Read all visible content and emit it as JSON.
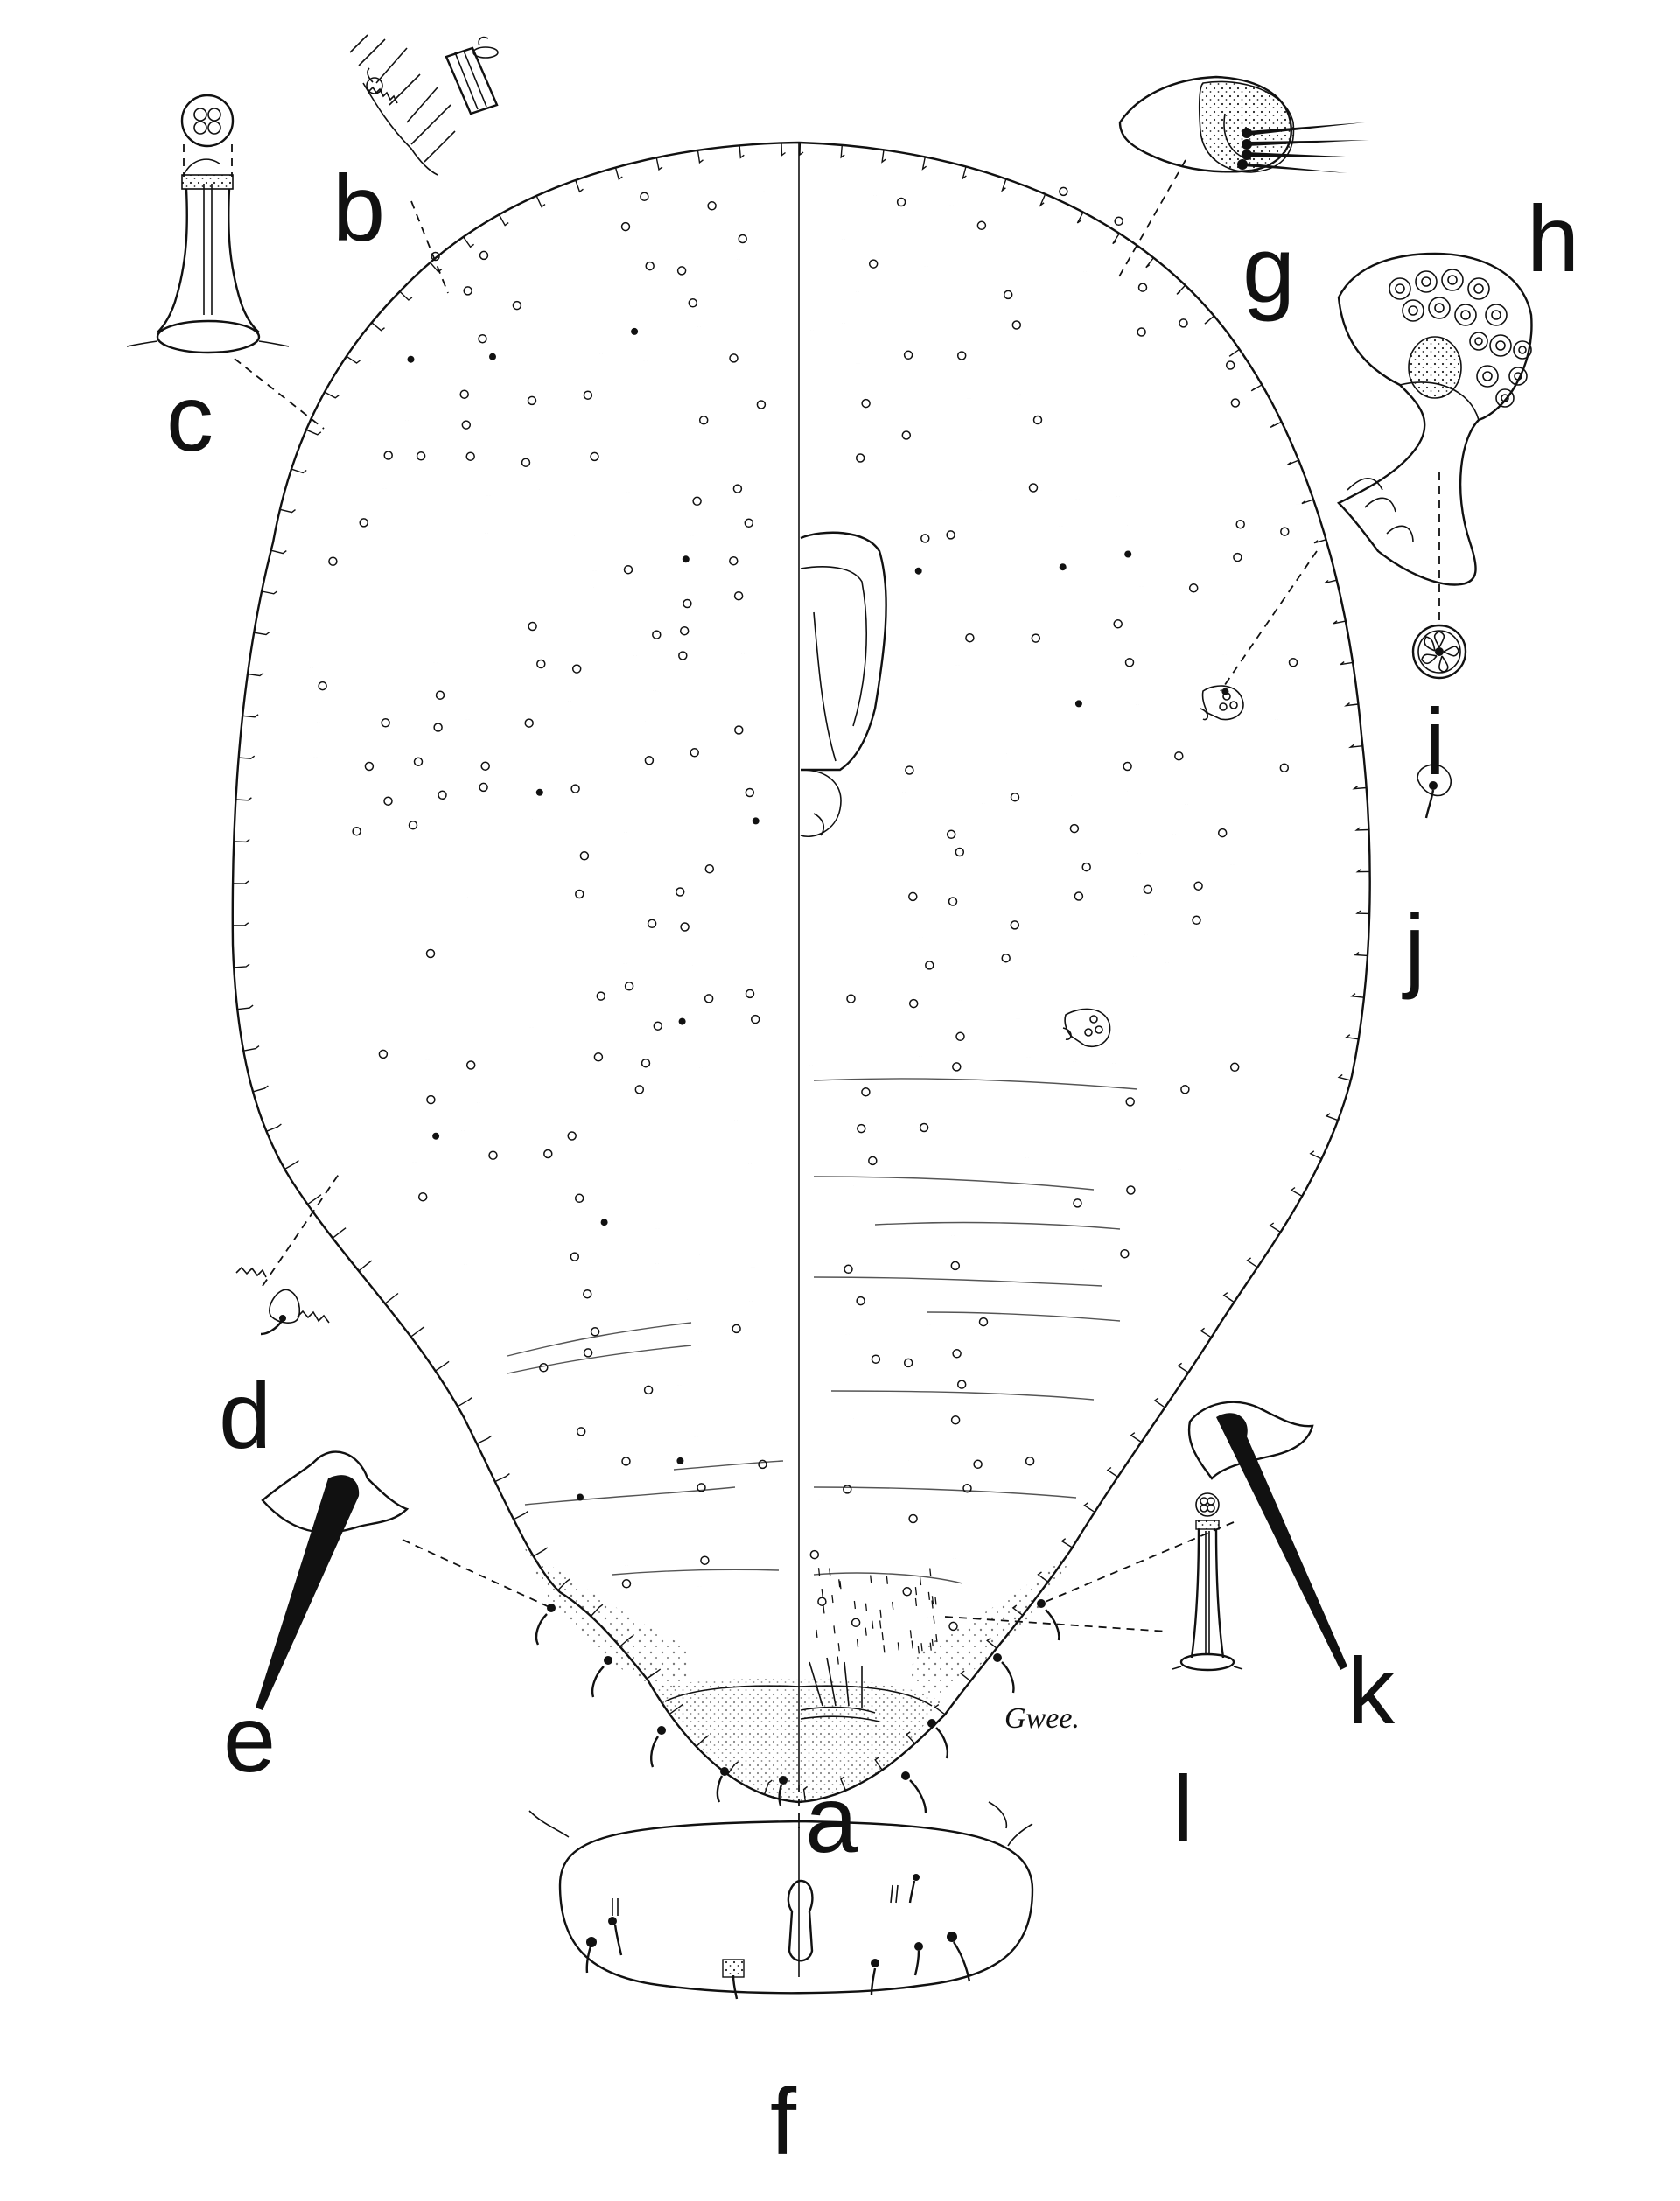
{
  "figure": {
    "labels": {
      "a": "a",
      "b": "b",
      "c": "c",
      "d": "d",
      "e": "e",
      "f": "f",
      "g": "g",
      "h": "h",
      "i": "i",
      "j": "j",
      "k": "k",
      "l": "l"
    },
    "signature": "Gwee."
  }
}
